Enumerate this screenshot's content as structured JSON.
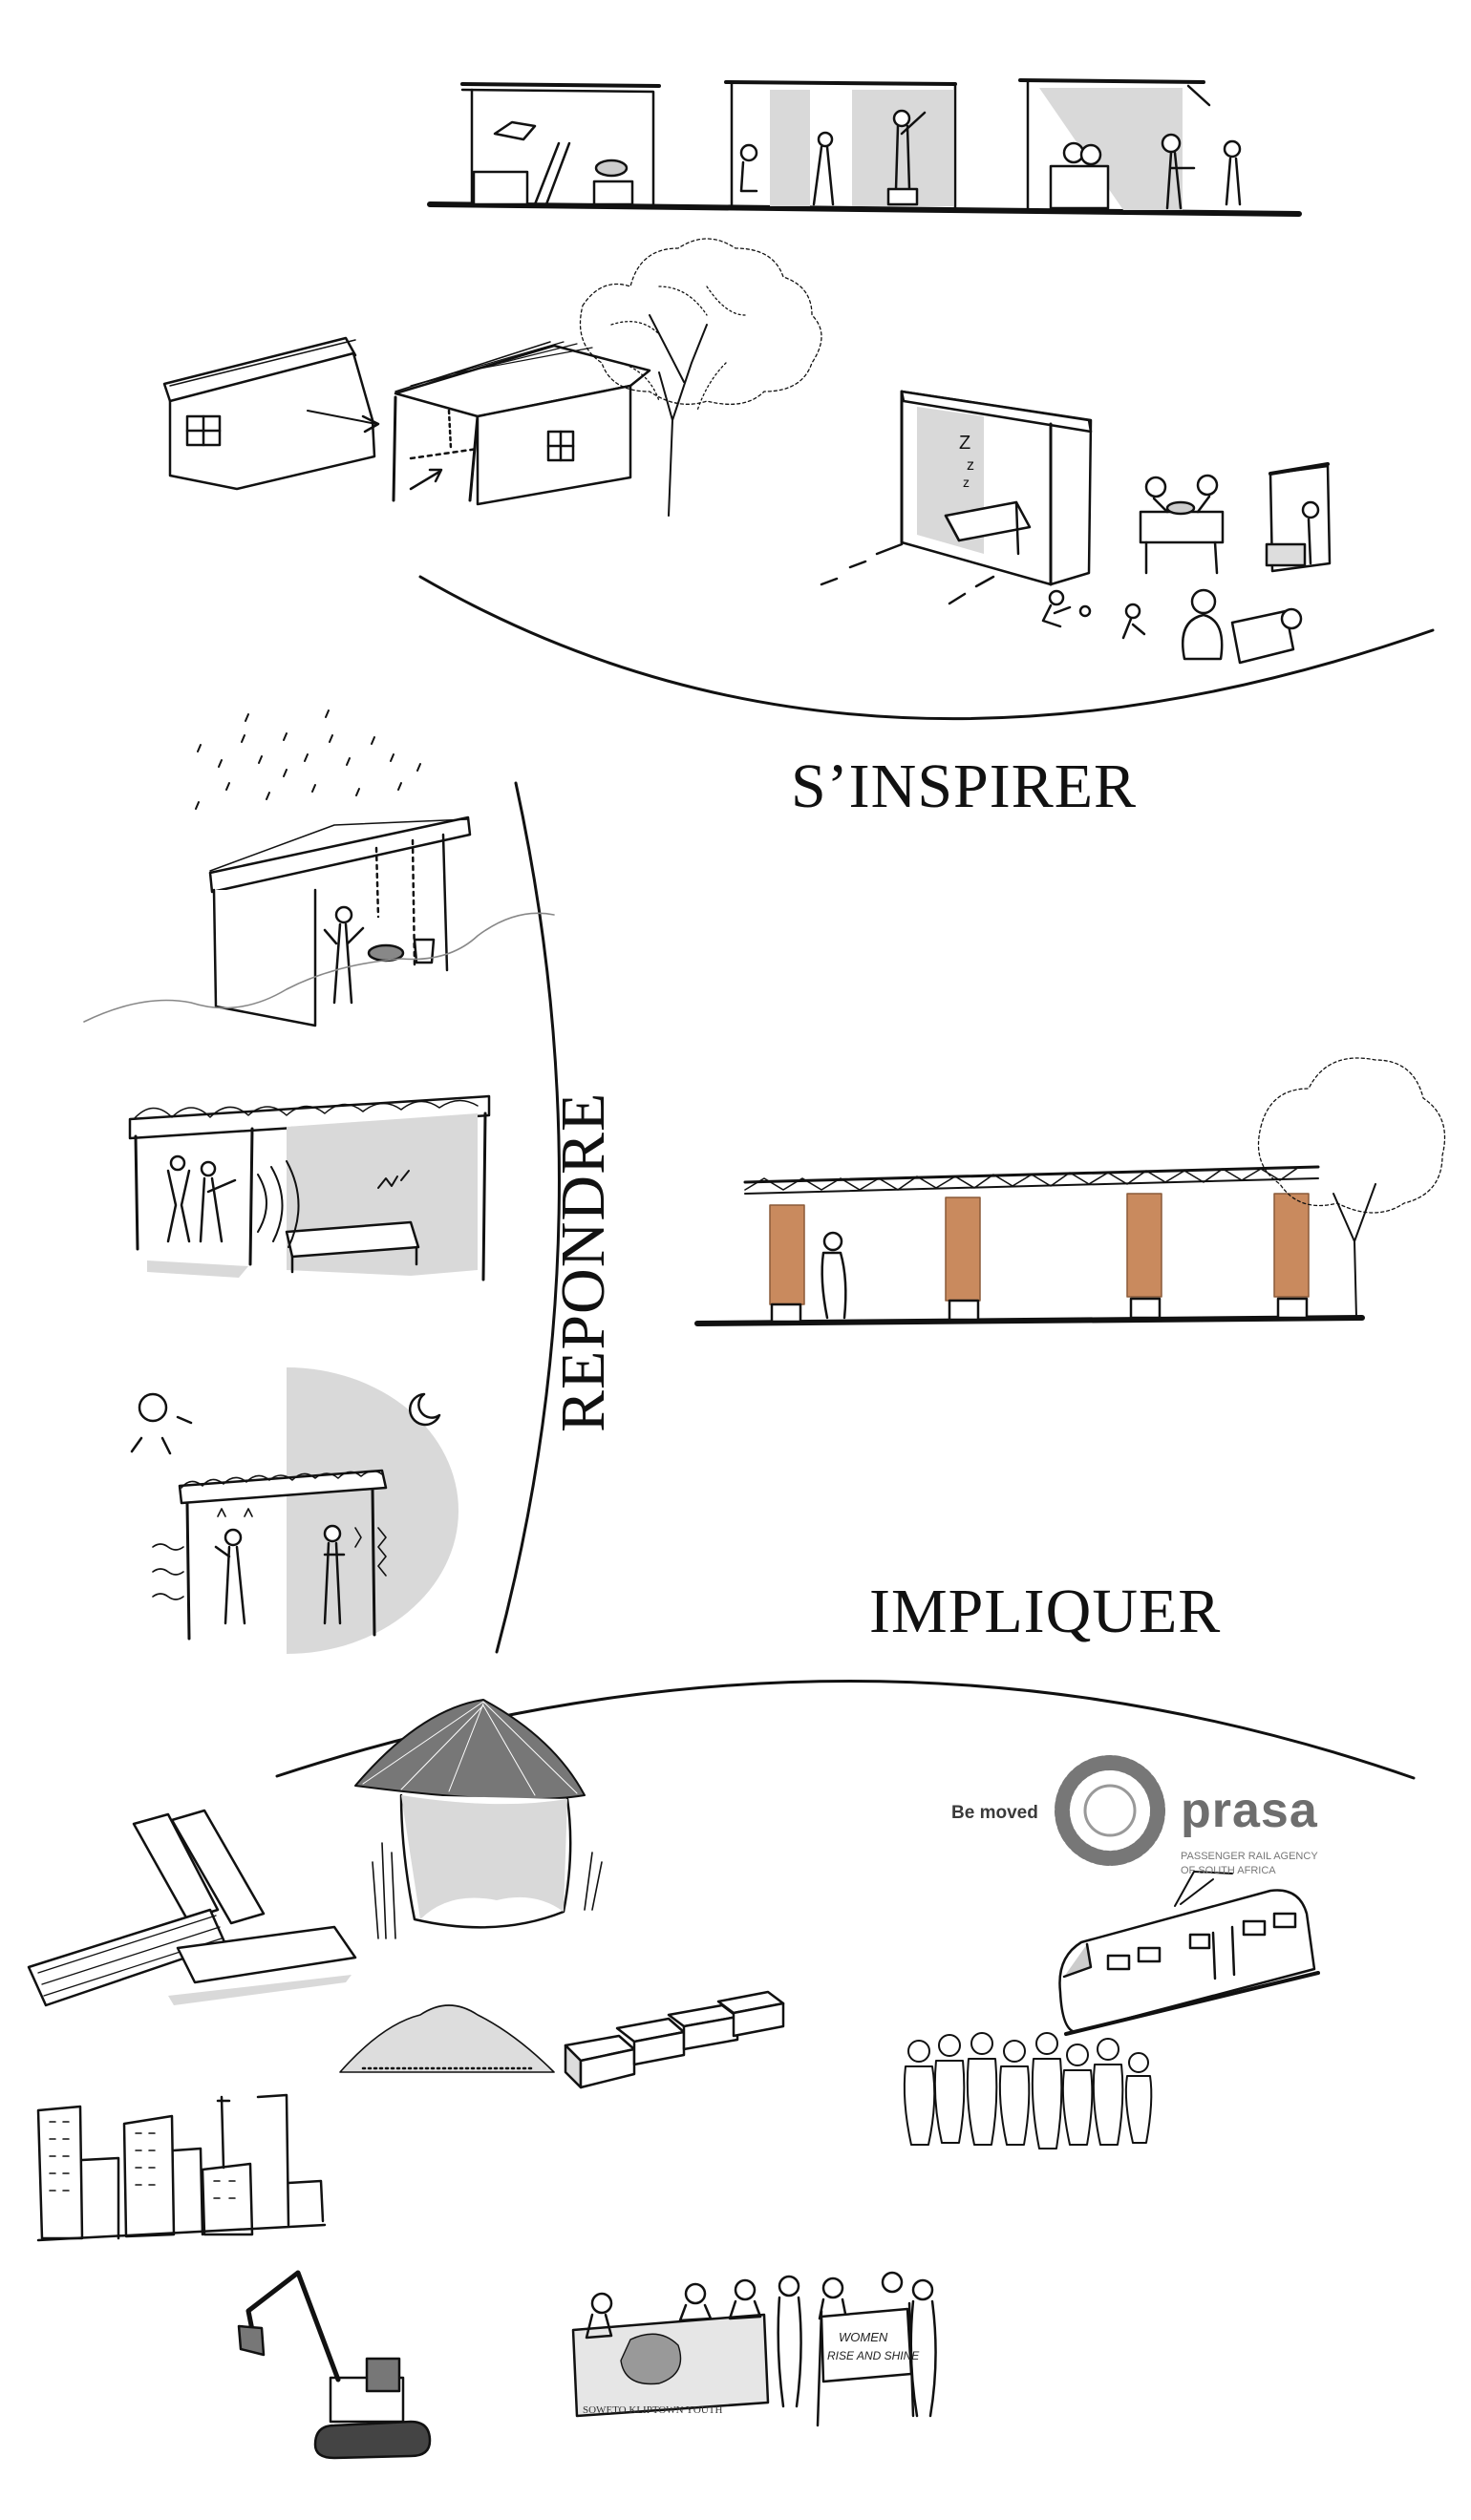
{
  "headings": {
    "inspirer": "S’INSPIRER",
    "repondre": "REPONDRE",
    "impliquer": "IMPLIQUER"
  },
  "logo": {
    "tagline": "Be moved",
    "name": "prasa",
    "subtitle_line1": "PASSENGER RAIL AGENCY",
    "subtitle_line2": "OF SOUTH AFRICA"
  },
  "banners": {
    "left": "SOWETO KLIPTOWN YOUTH",
    "right_line1": "WOMEN",
    "right_line2": "RISE AND SHINE"
  },
  "colors": {
    "ink": "#111111",
    "shade": "#d9d9d9",
    "timber": "#c98a5e"
  },
  "icons": [
    "sun-icon",
    "moon-icon",
    "rain-icon",
    "tree-icon",
    "train-icon",
    "excavator-icon",
    "prasa-logo-icon"
  ]
}
